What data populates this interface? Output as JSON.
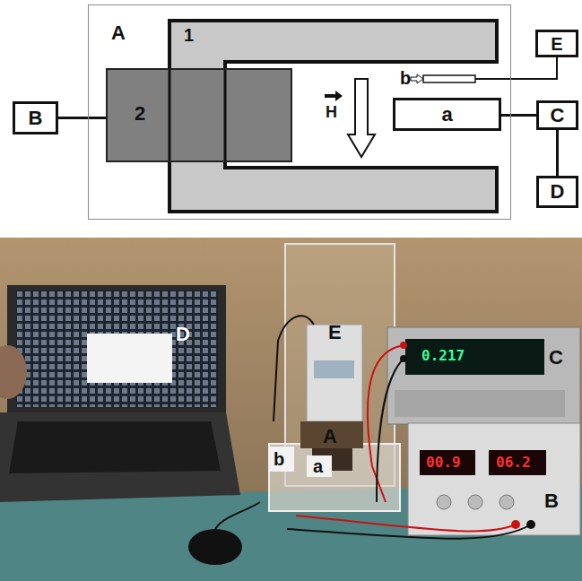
{
  "diagram": {
    "nodes": [
      {
        "text": [
          "A"
        ]
      },
      {
        "text": [
          "1"
        ],
        "in": 0
      },
      {
        "text": [
          "E"
        ]
      },
      {
        "text": [
          "2"
        ],
        "in": 0
      },
      {
        "text": [
          "B"
        ]
      },
      {
        "text": [
          "a"
        ],
        "in": 0
      },
      {
        "text": [
          "C"
        ]
      },
      {
        "text": [
          "D"
        ]
      }
    ],
    "edges": [
      {
        "from": 4,
        "to": 3,
        "arrow": "none"
      },
      {
        "from": 5,
        "to": 6,
        "arrow": "none"
      },
      {
        "from": 6,
        "to": 7,
        "arrow": "none"
      }
    ],
    "labels": [
      "H",
      "b",
      "D",
      "E",
      "A",
      "b",
      "a",
      "C",
      "B",
      "0.217",
      "00.9",
      "06.2"
    ]
  }
}
